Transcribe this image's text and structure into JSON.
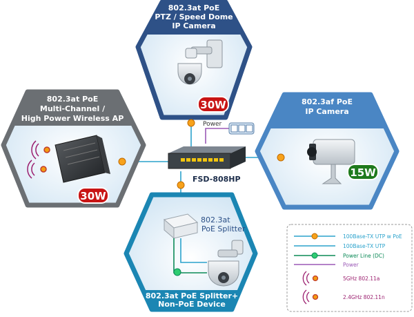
{
  "colors": {
    "utp_poe": "#2aa2cc",
    "utp": "#2aa2cc",
    "dc": "#0b8a57",
    "power": "#9b59b6",
    "hex_gray": "#6b6f73",
    "hex_navy": "#2e5187",
    "hex_blue": "#4a86c4",
    "hex_teal": "#1b86b3",
    "badge_red": "#c81414",
    "badge_green": "#1f7a1c"
  },
  "nodes": {
    "top": {
      "title": [
        "802.3at PoE",
        "PTZ / Speed Dome",
        "IP Camera"
      ],
      "badge": "30W"
    },
    "left": {
      "title": [
        "802.3at PoE",
        "Multi-Channel /",
        "High Power Wireless AP"
      ],
      "badge": "30W"
    },
    "right": {
      "title": [
        "802.3af PoE",
        "IP Camera"
      ],
      "badge": "15W"
    },
    "bottom": {
      "title": [
        "802.3at PoE Splitter+",
        "Non-PoE Device"
      ],
      "splitter_label": [
        "802.3at",
        "PoE Splitter"
      ]
    }
  },
  "switch": {
    "model": "FSD-808HP",
    "power_label": "Power"
  },
  "legend": [
    {
      "label": "100Base-TX UTP w PoE",
      "color": "#2aa2cc",
      "icon": "poe-dot-icon"
    },
    {
      "label": "100Base-TX UTP",
      "color": "#2aa2cc",
      "icon": "line-icon"
    },
    {
      "label": "Power Line (DC)",
      "color": "#0b8a57",
      "icon": "dc-dot-icon"
    },
    {
      "label": "Power",
      "color": "#9b59b6",
      "icon": "line-icon"
    },
    {
      "label": "5GHz 802.11a",
      "color": "#9b1f6f",
      "icon": "wifi-a-icon"
    },
    {
      "label": "2.4GHz 802.11n",
      "color": "#9b1f6f",
      "icon": "wifi-n-icon"
    }
  ]
}
